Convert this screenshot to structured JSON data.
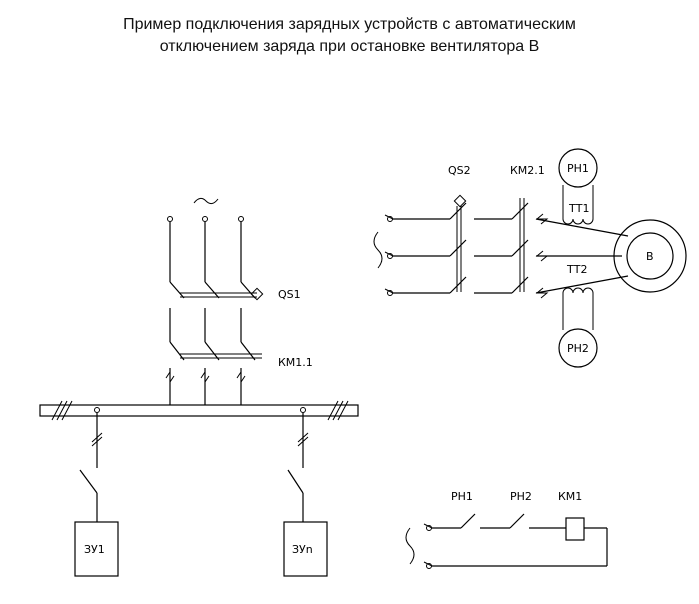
{
  "title": {
    "line1": "Пример подключения зарядных устройств с автоматическим",
    "line2": "отключением заряда при остановке вентилятора В"
  },
  "labels": {
    "qs1": "QS1",
    "km11": "КМ1.1",
    "qs2": "QS2",
    "km21": "КМ2.1",
    "ph1_top": "РН1",
    "tt1": "ТТ1",
    "tt2": "ТТ2",
    "ph2_bottom": "РН2",
    "motor": "В",
    "charger1": "ЗУ1",
    "chargern": "ЗУn",
    "ctrl_ph1": "РН1",
    "ctrl_ph2": "РН2",
    "ctrl_km1": "КМ1"
  }
}
